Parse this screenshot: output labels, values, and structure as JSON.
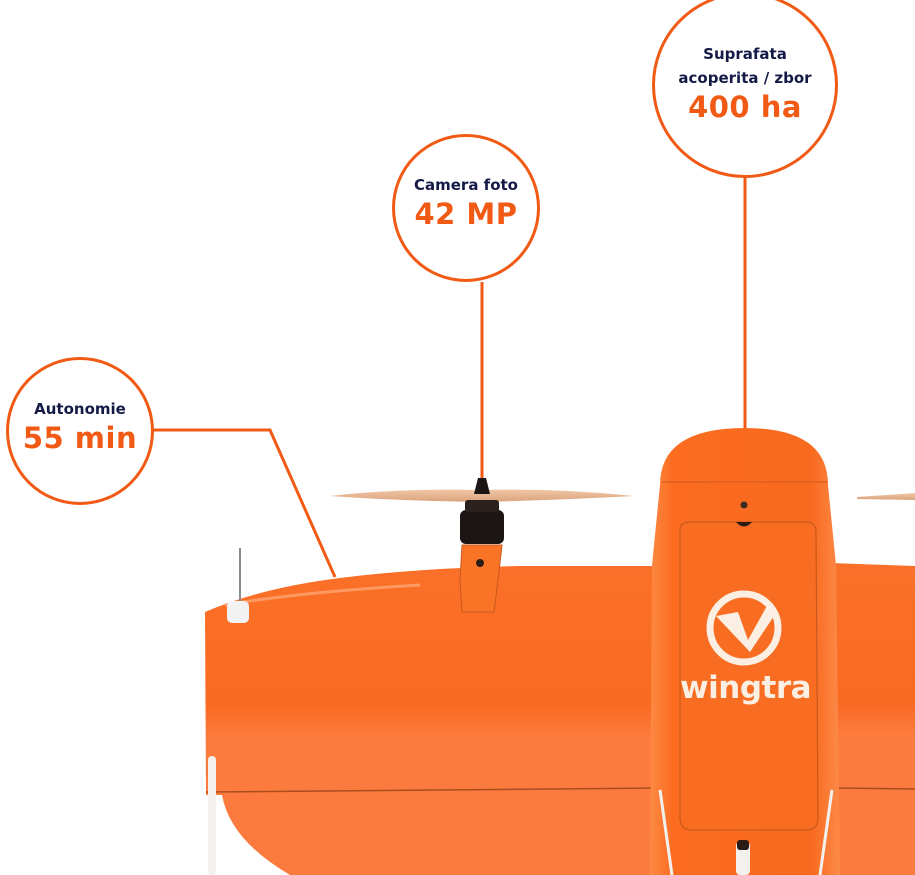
{
  "specs": [
    {
      "id": "autonomy",
      "label": "Autonomie",
      "value": "55 min"
    },
    {
      "id": "camera",
      "label": "Camera foto",
      "value": "42 MP"
    },
    {
      "id": "area",
      "label_line1": "Suprafata",
      "label_line2": "acoperita / zbor",
      "value": "400 ha"
    }
  ],
  "product": {
    "brand": "wingtra",
    "logo_icon": "wingtra-logo-icon"
  },
  "colors": {
    "accent": "#f15a14",
    "label_text": "#141a46",
    "drone_body": "#fb6f24",
    "drone_body_light": "#fd7c3e",
    "propeller": "#e8b792",
    "motor": "#1b1514",
    "background": "#ffffff"
  }
}
